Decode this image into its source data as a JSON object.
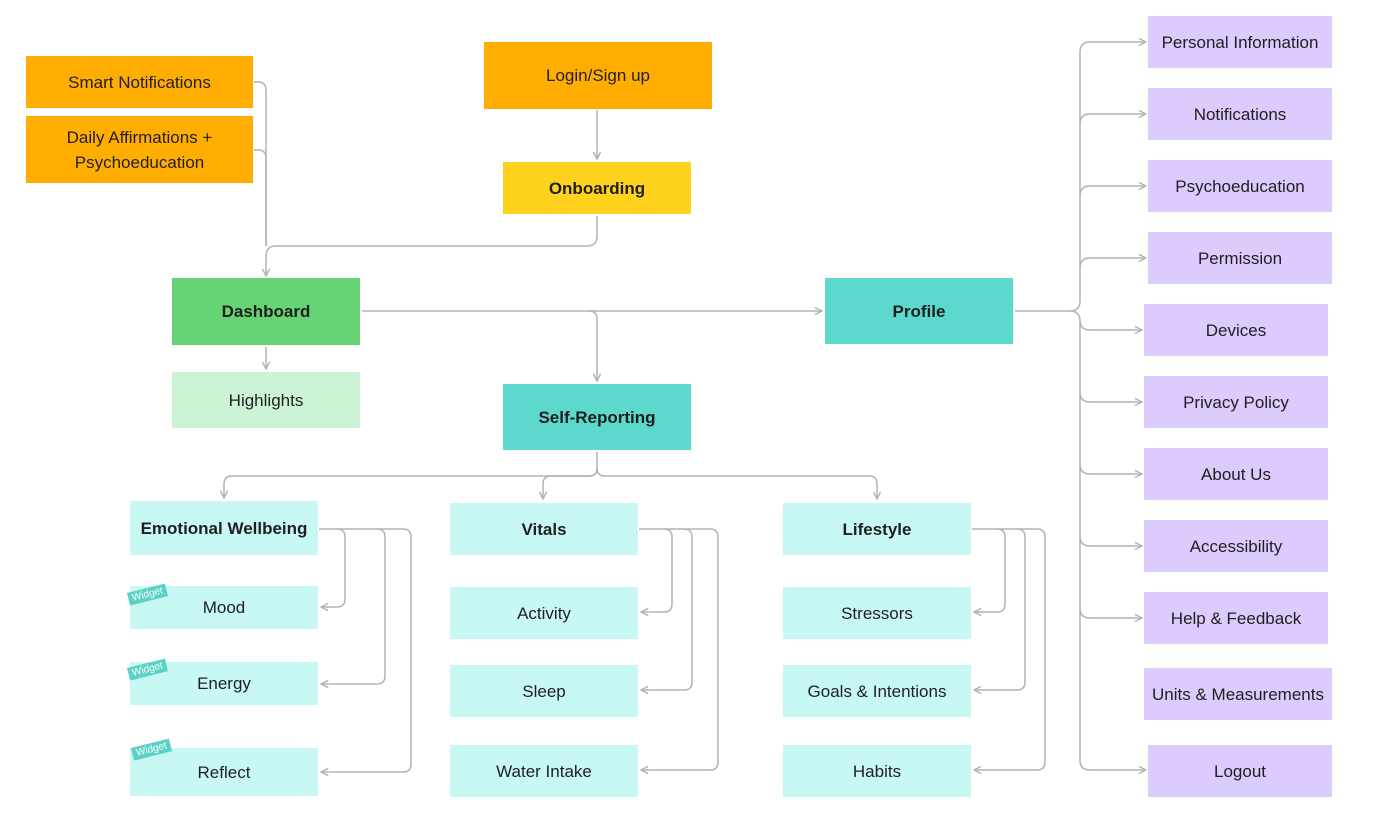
{
  "nodes": {
    "login": "Login/Sign up",
    "onboarding": "Onboarding",
    "smart_notifications": "Smart Notifications",
    "daily_affirmations": "Daily Affirmations +\nPsychoeducation",
    "dashboard": "Dashboard",
    "highlights": "Highlights",
    "profile": "Profile",
    "self_reporting": "Self-Reporting",
    "emotional_wellbeing": "Emotional Wellbeing",
    "mood": "Mood",
    "energy": "Energy",
    "reflect": "Reflect",
    "vitals": "Vitals",
    "activity": "Activity",
    "sleep": "Sleep",
    "water_intake": "Water Intake",
    "lifestyle": "Lifestyle",
    "stressors": "Stressors",
    "goals_intentions": "Goals & Intentions",
    "habits": "Habits"
  },
  "widget_badge": "Widget",
  "profile_items": [
    "Personal Information",
    "Notifications",
    "Psychoeducation",
    "Permission",
    "Devices",
    "Privacy Policy",
    "About Us",
    "Accessibility",
    "Help & Feedback",
    "Units & Measurements",
    "Logout"
  ],
  "colors": {
    "orange": "#ffad00",
    "yellow": "#ffd21e",
    "green": "#66d474",
    "light_green": "#cdf3d6",
    "teal": "#5cd8cc",
    "light_cyan": "#c8f8f4",
    "lavender": "#dccbfd",
    "connector": "#b3b3b3"
  }
}
